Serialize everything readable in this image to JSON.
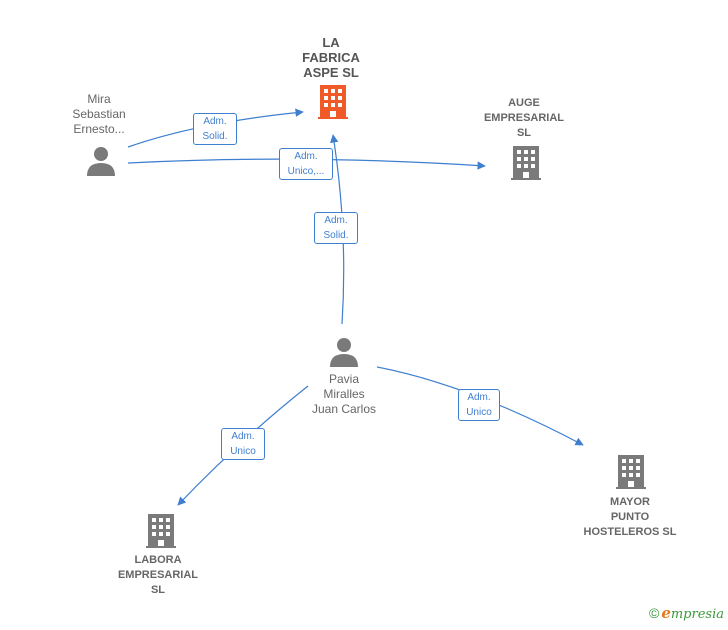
{
  "colors": {
    "edge": "#3f7fd0",
    "company": "#7a7a7a",
    "company_main": "#f05a28",
    "person": "#7a7a7a"
  },
  "companies": {
    "la_fabrica": "LA\nFABRICA\nASPE  SL",
    "auge": "AUGE\nEMPRESARIAL\nSL",
    "labora": "LABORA\nEMPRESARIAL\nSL",
    "mayor": "MAYOR\nPUNTO\nHOSTELEROS SL"
  },
  "persons": {
    "mira": "Mira\nSebastian\nErnesto...",
    "pavia": "Pavia\nMiralles\nJuan Carlos"
  },
  "edges": {
    "mira_fabrica": "Adm.\nSolid.",
    "mira_auge": "Adm.\nUnico,...",
    "pavia_fabrica": "Adm.\nSolid.",
    "pavia_labora": "Adm.\nUnico",
    "pavia_mayor": "Adm.\nUnico"
  },
  "footer": {
    "copyright": "©",
    "brand_initial": "e",
    "brand_rest": "mpresia"
  }
}
